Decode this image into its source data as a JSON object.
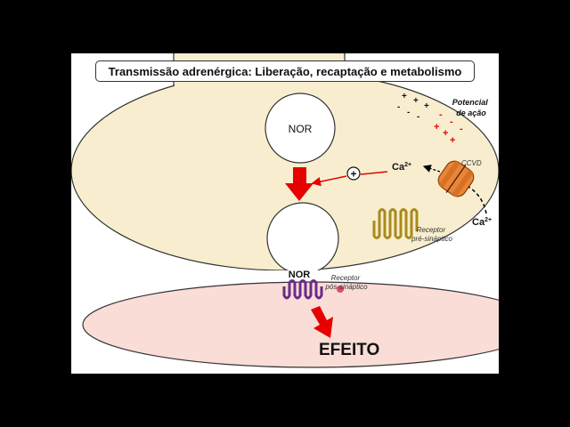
{
  "title": "Transmissão adrenérgica: Liberação, recaptação e metabolismo",
  "labels": {
    "vesicle": "NOR",
    "action_potential_line1": "Potencial",
    "action_potential_line2": "de ação",
    "calcium_inside": "Ca",
    "calcium_outside": "Ca",
    "calcium_charge": "2+",
    "channel": "CCVD",
    "presynaptic_receptor_line1": "Receptor",
    "presynaptic_receptor_line2": "pré-sináptico",
    "cleft_nor": "NOR",
    "postsynaptic_receptor_line1": "Receptor",
    "postsynaptic_receptor_line2": "pós-sináptico",
    "effect": "EFEITO",
    "plus_sign": "+"
  },
  "membrane_charges": {
    "outside": [
      "+",
      "+",
      "+",
      "-",
      "-",
      "-"
    ],
    "inside": [
      "-",
      "-",
      "-",
      "+",
      "+",
      "+"
    ]
  },
  "colors": {
    "cell_fill": "#f8eecf",
    "postsynaptic_fill": "#f9ddd6",
    "arrow_red": "#e60000",
    "receptor_gold": "#a98a1a",
    "receptor_purple": "#6a2a8a",
    "channel_orange": "#e8863a"
  }
}
